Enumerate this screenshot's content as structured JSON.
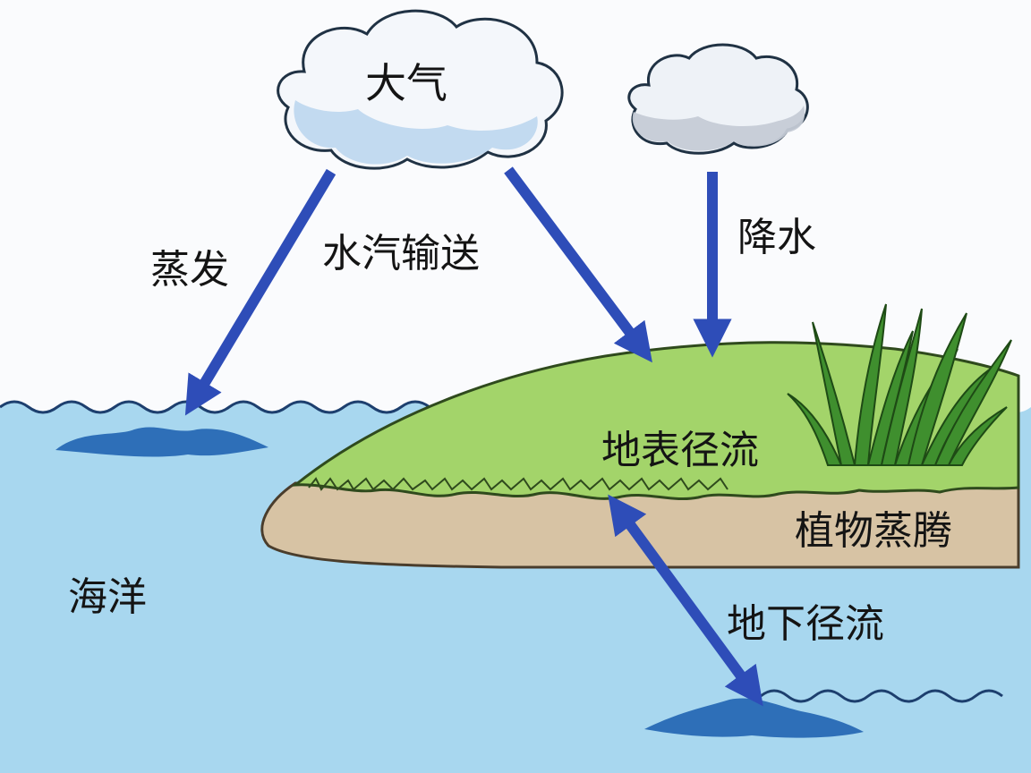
{
  "labels": {
    "atmosphere": "大气",
    "evaporation": "蒸发",
    "vapor_transport": "水汽输送",
    "precipitation": "降水",
    "surface_runoff": "地表径流",
    "transpiration": "植物蒸腾",
    "ocean": "海洋",
    "underground_runoff": "地下径流"
  },
  "colors": {
    "sky": "#fafbfd",
    "ocean": "#a8d7ef",
    "ocean_dark": "#2e6fb8",
    "land_grass": "#a3d46a",
    "land_soil": "#d7c3a4",
    "arrow": "#2e4db8",
    "cloud_white": "#f4f7fb",
    "cloud_shade": "#bcd6ee",
    "grass_blade": "#3f8f2e"
  },
  "icons": [
    "atmosphere-cloud-icon",
    "rain-cloud-icon",
    "grass-icon"
  ]
}
